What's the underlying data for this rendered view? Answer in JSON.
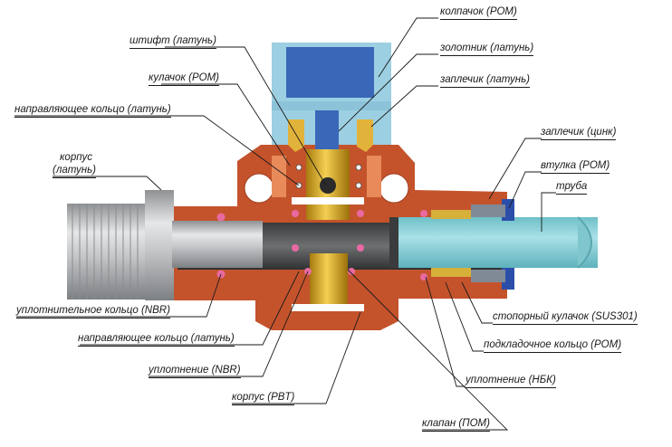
{
  "labels": {
    "cap": "колпачок (POM)",
    "pin": "штифт (латунь)",
    "spool": "золотник (латунь)",
    "cam": "кулачок (POM)",
    "shoulder_brass": "заплечик (латунь)",
    "guide_ring_top": "направляющее кольцо (латунь)",
    "shoulder_zinc": "заплечик (цинк)",
    "body_brass_line1": "корпус",
    "body_brass_line2": "(латунь)",
    "sleeve": "втулка (POM)",
    "pipe": "труба",
    "oring": "уплотнительное кольцо (NBR)",
    "guide_ring_bottom": "направляющее кольцо (латунь)",
    "seal_nbr": "уплотнение (NBR)",
    "body_pbt": "корпус (PBT)",
    "valve": "клапан (ПОМ)",
    "retaining_cam": "стопорный кулачок (SUS301)",
    "backing_ring": "подкладочное кольцо (POM)",
    "seal_nbk": "уплотнение (НБК)"
  },
  "colors": {
    "body_red": "#c4532c",
    "brass": "#d7a826",
    "cap_blue": "#3a67b8",
    "cap_light": "#9ccfe2",
    "pipe": "#8fd1d8",
    "steel": "#b5b7b9",
    "seal_pink": "#e86aa0"
  }
}
